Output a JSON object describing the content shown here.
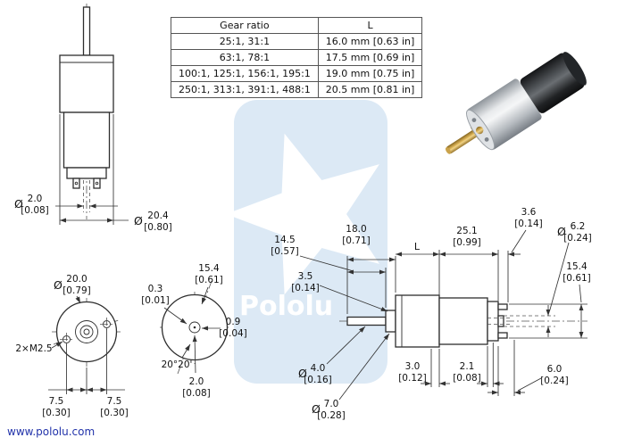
{
  "footer": {
    "url": "www.pololu.com"
  },
  "watermark": {
    "brand": "Pololu"
  },
  "symbols": {
    "diameter": "Ø"
  },
  "table": {
    "col_gear_ratio": "Gear ratio",
    "col_length": "L",
    "rows": [
      {
        "ratio": "25:1, 31:1",
        "length": "16.0 mm [0.63 in]"
      },
      {
        "ratio": "63:1, 78:1",
        "length": "17.5 mm [0.69 in]"
      },
      {
        "ratio": "100:1, 125:1, 156:1, 195:1",
        "length": "19.0 mm [0.75 in]"
      },
      {
        "ratio": "250:1, 313:1, 391:1, 488:1",
        "length": "20.5 mm [0.81 in]"
      }
    ]
  },
  "dims": {
    "rear_shaft_dia": {
      "mm": "2.0",
      "in": "[0.08]"
    },
    "body_dia": {
      "mm": "20.4",
      "in": "[0.80]"
    },
    "face_dia": {
      "mm": "20.0",
      "in": "[0.79]"
    },
    "mount_holes": {
      "label": "2×M2.5"
    },
    "hole_offset_left": {
      "mm": "7.5",
      "in": "[0.30]"
    },
    "hole_offset_right": {
      "mm": "7.5",
      "in": "[0.30]"
    },
    "hole_circle_dia": {
      "mm": "15.4",
      "in": "[0.61]"
    },
    "flat_depth": {
      "mm": "0.3",
      "in": "[0.01]"
    },
    "flat_offset": {
      "mm": "0.9",
      "in": "[0.04]"
    },
    "hole_angle": {
      "label": "20°20'"
    },
    "shaft_flat_width": {
      "mm": "2.0",
      "in": "[0.08]"
    },
    "shaft_exposed": {
      "mm": "14.5",
      "in": "[0.57]"
    },
    "shaft_total": {
      "mm": "18.0",
      "in": "[0.71]"
    },
    "gearbox_length": {
      "label": "L"
    },
    "motor_length": {
      "mm": "25.1",
      "in": "[0.99]"
    },
    "endcap_length": {
      "mm": "3.6",
      "in": "[0.14]"
    },
    "rear_boss_dia": {
      "mm": "6.2",
      "in": "[0.24]"
    },
    "terminal_span": {
      "mm": "15.4",
      "in": "[0.61]"
    },
    "bushing_length": {
      "mm": "3.5",
      "in": "[0.14]"
    },
    "output_shaft_dia": {
      "mm": "4.0",
      "in": "[0.16]"
    },
    "bushing_dia": {
      "mm": "7.0",
      "in": "[0.28]"
    },
    "gearbox_plate": {
      "mm": "3.0",
      "in": "[0.12]"
    },
    "endcap_step": {
      "mm": "2.1",
      "in": "[0.08]"
    },
    "terminal_length": {
      "mm": "6.0",
      "in": "[0.24]"
    }
  }
}
